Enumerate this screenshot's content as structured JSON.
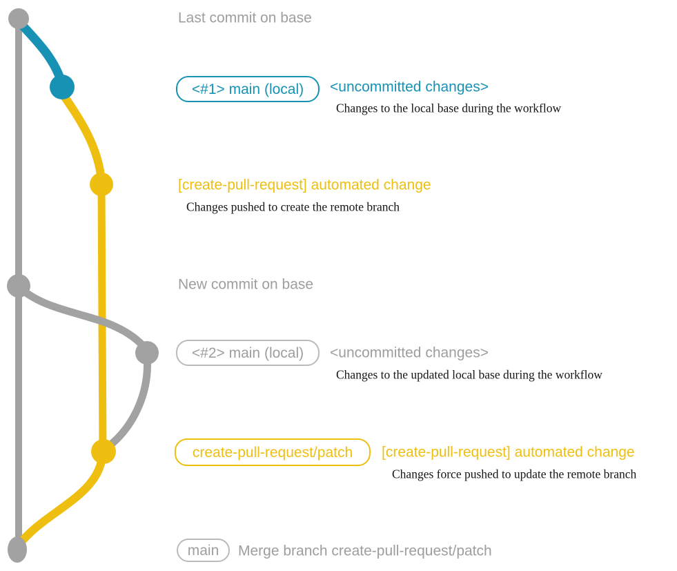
{
  "colors": {
    "blue": "#1792b5",
    "yellow": "#eebf10",
    "gray": "#a2a2a2",
    "graytext": "#9e9e9e",
    "grayborder": "#bababa",
    "ink": "#151515",
    "background": "#ffffff"
  },
  "rows": {
    "last_commit": {
      "label": "Last commit on base"
    },
    "main_local_1": {
      "branch_badge": "<#1> main (local)",
      "status": "<uncommitted changes>",
      "description": "Changes to the local base during the workflow"
    },
    "automated_change_1": {
      "message": "[create-pull-request] automated change",
      "description": "Changes pushed to create the remote branch"
    },
    "new_commit": {
      "label": "New commit on base"
    },
    "main_local_2": {
      "branch_badge": "<#2> main (local)",
      "status": "<uncommitted changes>",
      "description": "Changes to the updated local base during the workflow"
    },
    "patch_branch": {
      "branch_badge": "create-pull-request/patch",
      "message": "[create-pull-request] automated change",
      "description": "Changes force pushed to update the remote branch"
    },
    "merge": {
      "branch_badge": "main",
      "label": "Merge branch create-pull-request/patch"
    }
  },
  "graph": {
    "commits": [
      {
        "name": "last-commit-on-base",
        "color": "gray"
      },
      {
        "name": "main-local-1",
        "color": "blue"
      },
      {
        "name": "automated-change-1",
        "color": "yellow"
      },
      {
        "name": "new-commit-on-base",
        "color": "gray"
      },
      {
        "name": "main-local-2",
        "color": "gray"
      },
      {
        "name": "automated-change-2",
        "color": "yellow"
      },
      {
        "name": "merge-commit",
        "color": "gray"
      }
    ]
  }
}
